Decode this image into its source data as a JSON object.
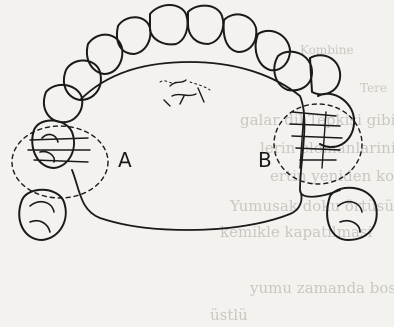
{
  "background_text": [
    "Kombine",
    "Tere",
    "galar dil Tepkisi gibi heatll",
    "lerin elemanlarinin baggerini",
    "ertin yeniden kont",
    "Yumusak doku örtüsü kas",
    "kemikle kapatilmasi",
    "yumu zamanda bosluğun",
    "üstlü"
  ],
  "labels": {
    "left": "A",
    "right": "B"
  },
  "colors": {
    "ink": "#1a1a1a",
    "paper": "#f3f2ef",
    "bleed": "#c9c7c2"
  }
}
